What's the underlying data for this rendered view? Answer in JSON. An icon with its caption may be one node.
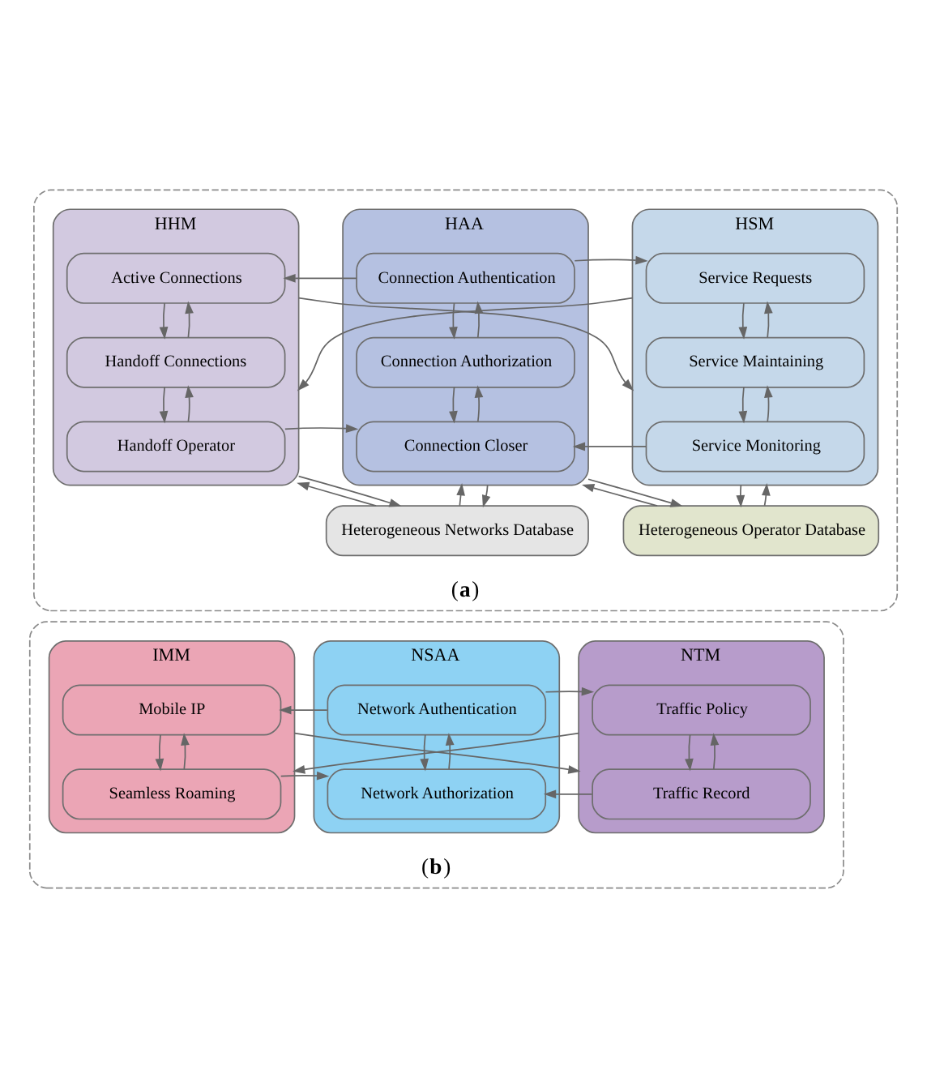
{
  "diagram": {
    "nodes": [
      {
        "text": [
          "(**a**)"
        ]
      },
      {
        "text": [
          "HHM"
        ],
        "in": 0
      },
      {
        "text": [
          "Active Connections"
        ],
        "in": 1
      },
      {
        "text": [
          "Handoff Connections"
        ],
        "in": 1
      },
      {
        "text": [
          "Handoff Operator"
        ],
        "in": 1
      },
      {
        "text": [
          "HAA"
        ],
        "in": 0
      },
      {
        "text": [
          "Connection Authentication"
        ],
        "in": 5
      },
      {
        "text": [
          "Connection Authorization"
        ],
        "in": 5
      },
      {
        "text": [
          "Connection Closer"
        ],
        "in": 5
      },
      {
        "text": [
          "HSM"
        ],
        "in": 0
      },
      {
        "text": [
          "Service Requests"
        ],
        "in": 9
      },
      {
        "text": [
          "Service Maintaining"
        ],
        "in": 9
      },
      {
        "text": [
          "Service Monitoring"
        ],
        "in": 9
      },
      {
        "text": [
          "Heterogeneous Networks Database"
        ],
        "in": 0
      },
      {
        "text": [
          "Heterogeneous Operator Database"
        ],
        "in": 0
      },
      {
        "text": [
          "(**b**)"
        ]
      },
      {
        "text": [
          "IMM"
        ],
        "in": 15
      },
      {
        "text": [
          "Mobile IP"
        ],
        "in": 16
      },
      {
        "text": [
          "Seamless Roaming"
        ],
        "in": 16
      },
      {
        "text": [
          "NSAA"
        ],
        "in": 15
      },
      {
        "text": [
          "Network Authentication"
        ],
        "in": 19
      },
      {
        "text": [
          "Network Authorization"
        ],
        "in": 19
      },
      {
        "text": [
          "NTM"
        ],
        "in": 15
      },
      {
        "text": [
          "Traffic Policy"
        ],
        "in": 22
      },
      {
        "text": [
          "Traffic Record"
        ],
        "in": 22
      }
    ],
    "edges": [
      {
        "from": 2,
        "to": 3,
        "arrow": "to"
      },
      {
        "from": 3,
        "to": 2,
        "arrow": "to"
      },
      {
        "from": 3,
        "to": 4,
        "arrow": "to"
      },
      {
        "from": 4,
        "to": 3,
        "arrow": "to"
      },
      {
        "from": 6,
        "to": 2,
        "arrow": "to"
      },
      {
        "from": 4,
        "to": 8,
        "arrow": "to"
      },
      {
        "from": 7,
        "to": 6,
        "arrow": "to"
      },
      {
        "from": 6,
        "to": 7,
        "arrow": "to"
      },
      {
        "from": 7,
        "to": 8,
        "arrow": "to"
      },
      {
        "from": 8,
        "to": 7,
        "arrow": "to"
      },
      {
        "from": 6,
        "to": 10,
        "arrow": "to"
      },
      {
        "from": 12,
        "to": 8,
        "arrow": "to"
      },
      {
        "from": 11,
        "to": 10,
        "arrow": "to"
      },
      {
        "from": 10,
        "to": 11,
        "arrow": "to"
      },
      {
        "from": 11,
        "to": 12,
        "arrow": "to"
      },
      {
        "from": 12,
        "to": 11,
        "arrow": "to"
      },
      {
        "from": 9,
        "to": 1,
        "arrow": "to"
      },
      {
        "from": 1,
        "to": 9,
        "arrow": "to"
      },
      {
        "from": 13,
        "to": 1,
        "arrow": "to"
      },
      {
        "from": 1,
        "to": 13,
        "arrow": "to"
      },
      {
        "from": 13,
        "to": 5,
        "arrow": "to"
      },
      {
        "from": 5,
        "to": 13,
        "arrow": "to"
      },
      {
        "from": 14,
        "to": 5,
        "arrow": "to"
      },
      {
        "from": 5,
        "to": 14,
        "arrow": "to"
      },
      {
        "from": 9,
        "to": 14,
        "arrow": "to"
      },
      {
        "from": 14,
        "to": 9,
        "arrow": "to"
      },
      {
        "from": 18,
        "to": 17,
        "arrow": "to"
      },
      {
        "from": 17,
        "to": 18,
        "arrow": "to"
      },
      {
        "from": 20,
        "to": 17,
        "arrow": "to"
      },
      {
        "from": 18,
        "to": 21,
        "arrow": "to"
      },
      {
        "from": 21,
        "to": 20,
        "arrow": "to"
      },
      {
        "from": 20,
        "to": 21,
        "arrow": "to"
      },
      {
        "from": 20,
        "to": 23,
        "arrow": "to"
      },
      {
        "from": 24,
        "to": 21,
        "arrow": "to"
      },
      {
        "from": 24,
        "to": 23,
        "arrow": "to"
      },
      {
        "from": 23,
        "to": 24,
        "arrow": "to"
      },
      {
        "from": 22,
        "to": 16,
        "arrow": "to"
      },
      {
        "from": 16,
        "to": 22,
        "arrow": "to"
      }
    ]
  }
}
